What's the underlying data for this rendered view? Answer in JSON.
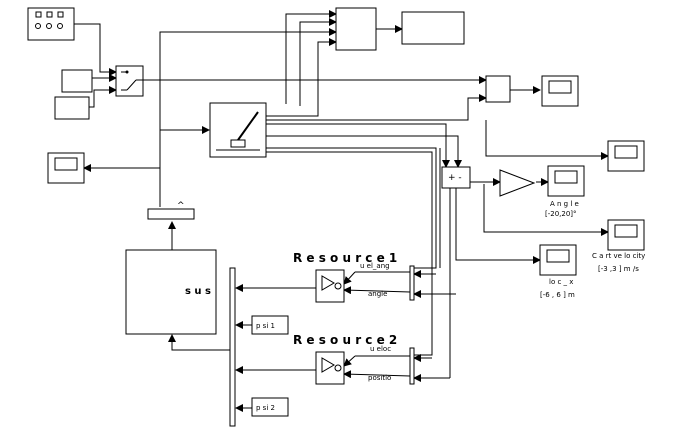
{
  "labels": {
    "sus": "s u s",
    "resource1": "R e s o u r c e  1",
    "resource2": "R e s o u r c e  2",
    "vel_ang": "u el_ang",
    "angle": "angle",
    "veloc": "u eloc",
    "positio": "positio",
    "psi1": "p si 1",
    "psi2": "p si 2",
    "angle_scope_label": "A n g l e",
    "angle_range": "[-20,20]°",
    "cart_velocity": "C a rt ve lo city",
    "cart_velocity_range": "[-3 ,3 ] m /s",
    "loc_x": "lo c _ x",
    "loc_range": "[-6 , 6 ] m",
    "sum_signs": "+ -",
    "hat": "^"
  },
  "icons": {
    "pendulum": "inverted-pendulum-plant-icon",
    "scope": "scope-icon",
    "gain": "gain-triangle-icon",
    "switch": "manual-switch-icon",
    "relay": "relay-with-delay-icon"
  }
}
